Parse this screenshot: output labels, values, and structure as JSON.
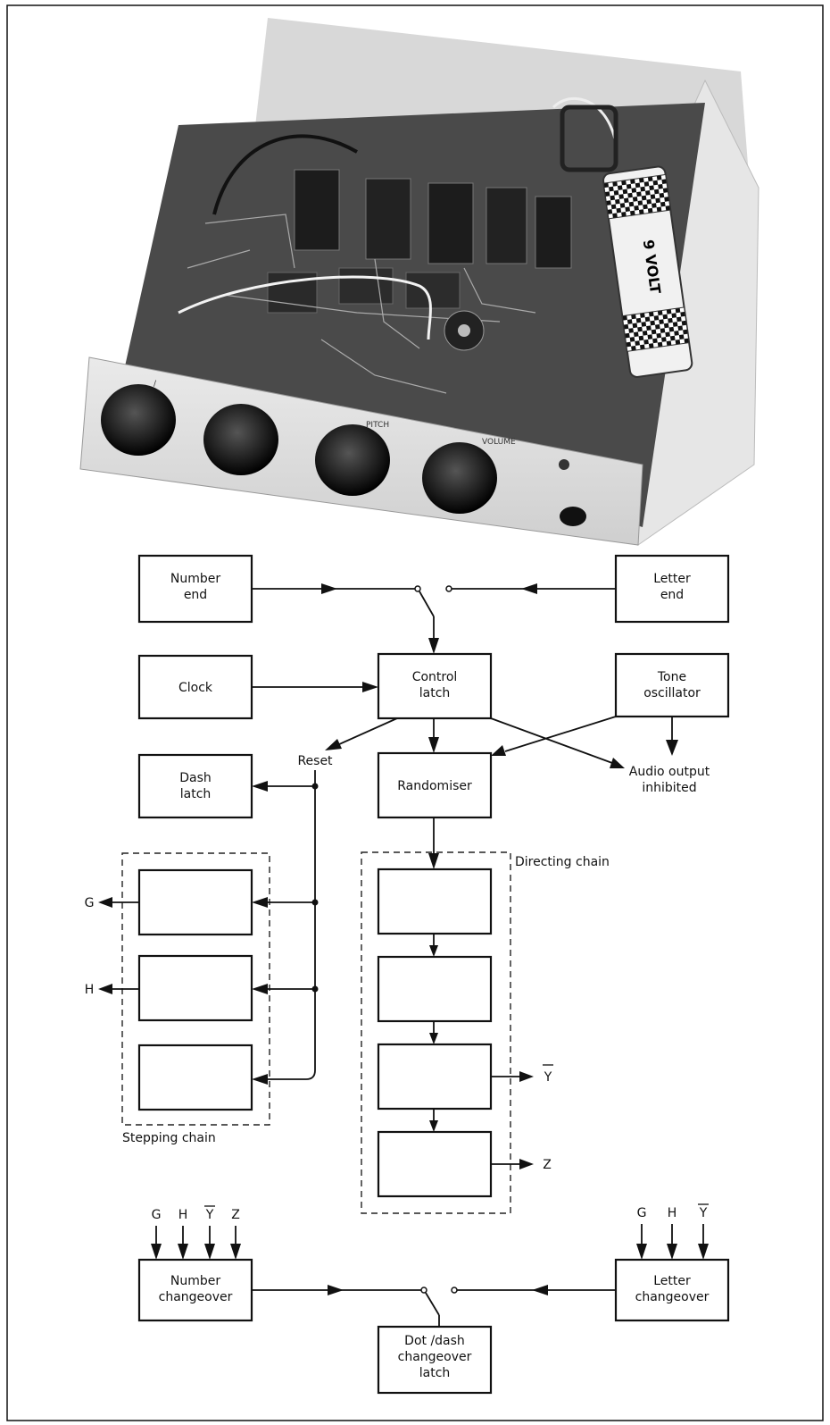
{
  "photo": {
    "knob_labels": [
      "/",
      "",
      "PITCH",
      "VOLUME"
    ],
    "battery_label": "9 VOLT"
  },
  "blocks": {
    "number_end": [
      "Number",
      "end"
    ],
    "letter_end": [
      "Letter",
      "end"
    ],
    "clock": [
      "Clock"
    ],
    "control_latch": [
      "Control",
      "latch"
    ],
    "tone_oscillator": [
      "Tone",
      "oscillator"
    ],
    "dash_latch": [
      "Dash",
      "latch"
    ],
    "randomiser": [
      "Randomiser"
    ],
    "number_changeover": [
      "Number",
      "changeover"
    ],
    "letter_changeover": [
      "Letter",
      "changeover"
    ],
    "dot_dash_latch": [
      "Dot /dash",
      "changeover",
      "latch"
    ]
  },
  "labels": {
    "reset": "Reset",
    "audio_output": [
      "Audio output",
      "inhibited"
    ],
    "stepping_chain": "Stepping chain",
    "directing_chain": "Directing chain",
    "out_g": "G",
    "out_h": "H",
    "out_ybar": "Y",
    "out_z": "Z"
  },
  "inputs": {
    "number_changeover": [
      "G",
      "H",
      "Y",
      "Z"
    ],
    "letter_changeover": [
      "G",
      "H",
      "Y"
    ]
  }
}
